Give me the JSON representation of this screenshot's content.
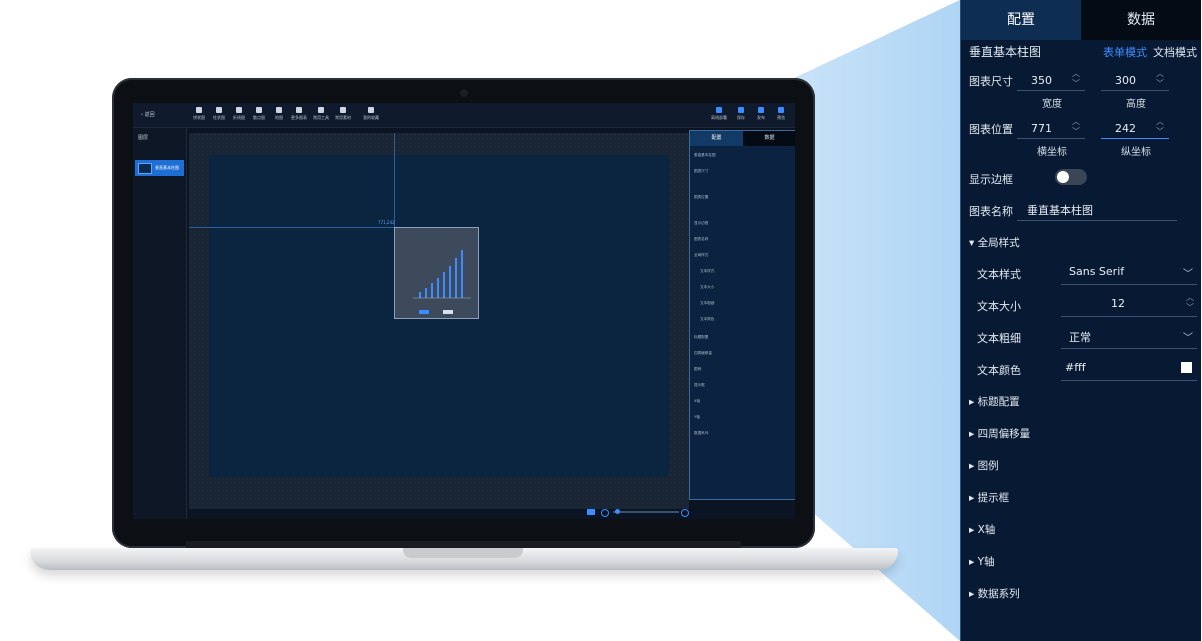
{
  "app": {
    "toolbar": {
      "back_label": "返回",
      "tools": [
        "饼状图",
        "柱状图",
        "折线图",
        "散点图",
        "地图",
        "更多图表",
        "常用工具",
        "常用素材",
        "我的收藏"
      ],
      "right_tools": [
        "离线部署",
        "保存",
        "发布",
        "预览"
      ]
    },
    "layers": {
      "title": "图层",
      "items": [
        "垂直基本柱图"
      ]
    },
    "canvas": {
      "coord_label": "771,242"
    }
  },
  "config": {
    "tabs": {
      "config": "配置",
      "data": "数据"
    },
    "chart_name": "垂直基本柱图",
    "modes": {
      "form": "表单模式",
      "doc": "文档模式"
    },
    "size": {
      "label": "图表尺寸",
      "width": "350",
      "height": "300",
      "width_label": "宽度",
      "height_label": "高度"
    },
    "position": {
      "label": "图表位置",
      "x": "771",
      "y": "242",
      "x_label": "横坐标",
      "y_label": "纵坐标"
    },
    "border": {
      "label": "显示边框",
      "on": false
    },
    "name": {
      "label": "图表名称",
      "value": "垂直基本柱图"
    },
    "global_style": {
      "title": "全局样式",
      "font_style": {
        "label": "文本样式",
        "value": "Sans Serif"
      },
      "font_size": {
        "label": "文本大小",
        "value": "12"
      },
      "font_weight": {
        "label": "文本粗细",
        "value": "正常"
      },
      "font_color": {
        "label": "文本颜色",
        "value": "#fff"
      }
    },
    "sections": [
      "标题配置",
      "四周偏移量",
      "图例",
      "提示框",
      "X轴",
      "Y轴",
      "数据系列"
    ]
  },
  "colors": {
    "accent": "#3d8cff",
    "panel_bg": "#081a33",
    "beam": "#bcdcf7"
  }
}
